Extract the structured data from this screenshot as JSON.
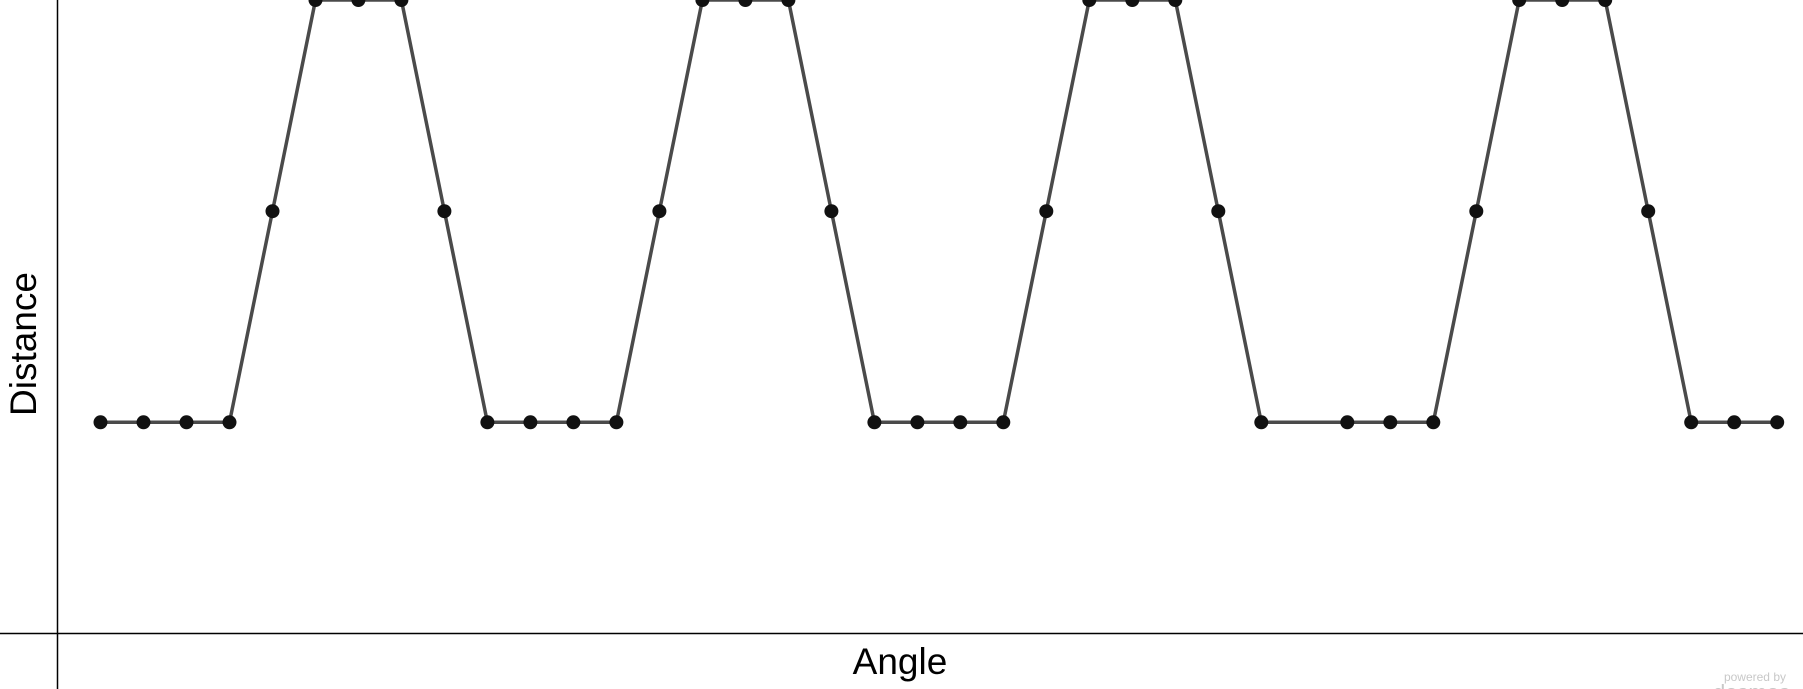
{
  "chart_data": {
    "type": "line",
    "xlabel": "Angle",
    "ylabel": "Distance",
    "xlim": [
      -1,
      39.6
    ],
    "ylim": [
      -5,
      10
    ],
    "grid": false,
    "series": [
      {
        "color": "#4a4a4a",
        "points": [
          [
            0,
            0
          ],
          [
            1,
            0
          ],
          [
            2,
            0
          ],
          [
            3,
            0
          ],
          [
            4,
            5
          ],
          [
            5,
            10
          ],
          [
            6,
            10
          ],
          [
            7,
            10
          ],
          [
            8,
            5
          ],
          [
            9,
            0
          ],
          [
            10,
            0
          ],
          [
            11,
            0
          ],
          [
            12,
            0
          ],
          [
            13,
            5
          ],
          [
            14,
            10
          ],
          [
            15,
            10
          ],
          [
            16,
            10
          ],
          [
            17,
            5
          ],
          [
            18,
            0
          ],
          [
            19,
            0
          ],
          [
            20,
            0
          ],
          [
            21,
            0
          ],
          [
            22,
            5
          ],
          [
            23,
            10
          ],
          [
            24,
            10
          ],
          [
            25,
            10
          ],
          [
            26,
            5
          ],
          [
            27,
            0
          ],
          [
            29,
            0
          ],
          [
            30,
            0
          ],
          [
            31,
            0
          ],
          [
            32,
            5
          ],
          [
            33,
            10
          ],
          [
            34,
            10
          ],
          [
            35,
            10
          ],
          [
            36,
            5
          ],
          [
            37,
            0
          ],
          [
            38,
            0
          ],
          [
            39,
            0
          ]
        ]
      }
    ]
  },
  "watermark": {
    "top": "powered by",
    "brand": "desmos"
  },
  "colors": {
    "axis": "#000000",
    "line": "#4a4a4a",
    "point": "#111111"
  }
}
